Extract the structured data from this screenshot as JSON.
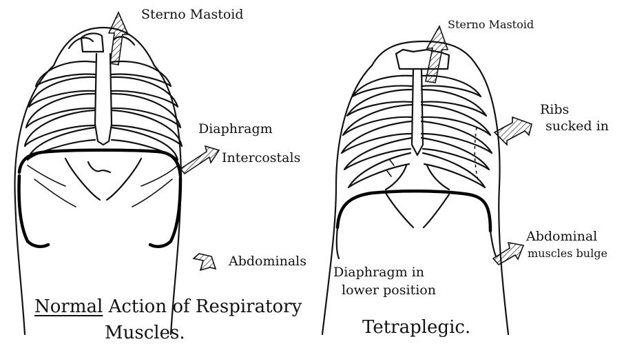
{
  "left_diagram": {
    "label_sterno": "Sterno Mastoid",
    "label_diaphragm": "Diaphragm",
    "label_intercostals": "Intercostals",
    "label_abdominals": "Abdominals",
    "caption_prefix": "Normal",
    "caption_rest": "Action of Respiratory",
    "caption_line2": "Muscles."
  },
  "right_diagram": {
    "label_sterno": "Sterno Mastoid",
    "label_ribs_1": "Ribs",
    "label_ribs_2": "sucked in",
    "label_abdominal_1": "Abdominal",
    "label_abdominal_2": "muscles bulge",
    "label_diaphragm_1": "Diaphragm in",
    "label_diaphragm_2": "lower position",
    "caption": "Tetraplegic."
  }
}
